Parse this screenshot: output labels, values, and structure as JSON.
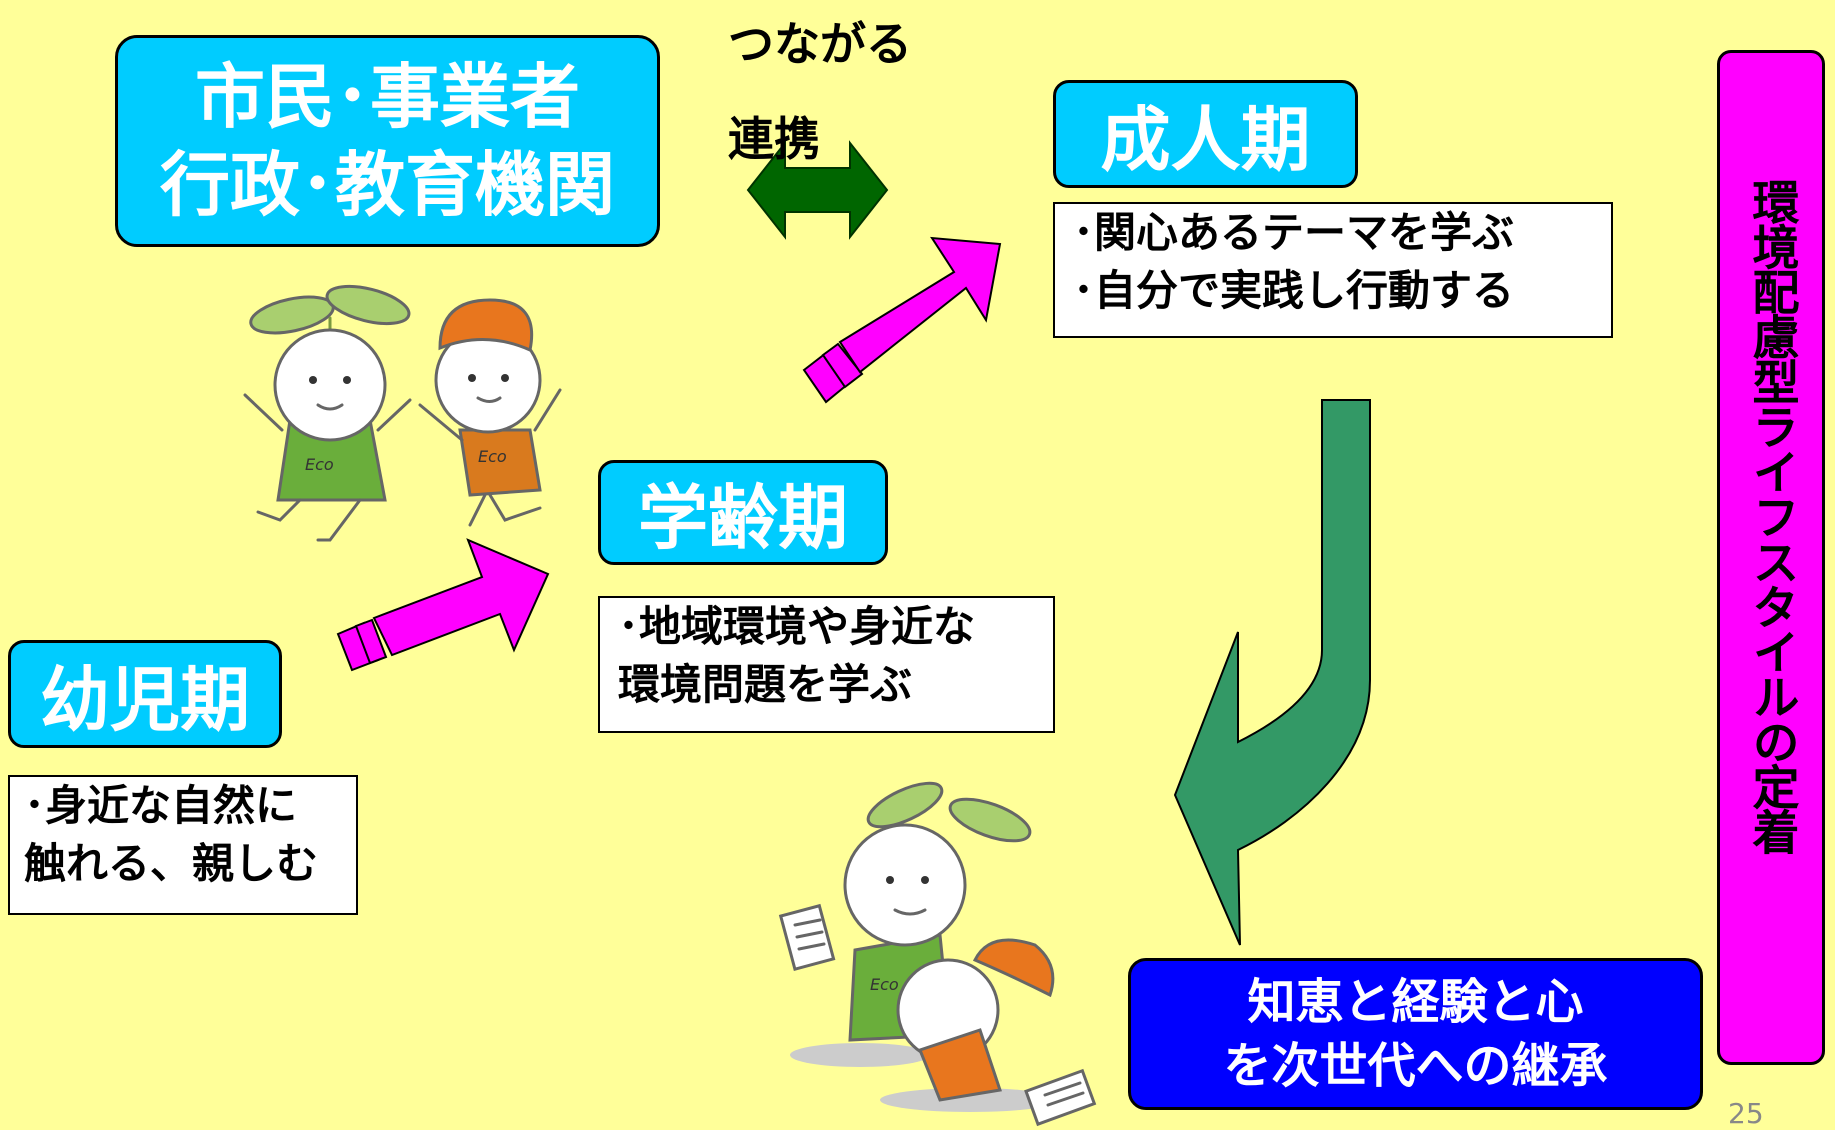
{
  "actors_box": {
    "lines": [
      "市民･事業者",
      "行政･教育機関"
    ]
  },
  "connect_label": "つながる",
  "cooperation_label": "連携",
  "adult": {
    "title": "成人期",
    "lines": [
      "･関心あるテーマを学ぶ",
      "･自分で実践し行動する"
    ]
  },
  "school": {
    "title": "学齢期",
    "lines": [
      "･地域環境や身近な",
      "環境問題を学ぶ"
    ]
  },
  "infant": {
    "title": "幼児期",
    "lines": [
      "･身近な自然に",
      "触れる、親しむ"
    ]
  },
  "inherit": {
    "lines": [
      "知恵と経験と心",
      "を次世代への継承"
    ]
  },
  "side_banner": "環境配慮型ライフスタイルの定着",
  "page_number": "25",
  "mascot_shirt_text": "Eco",
  "colors": {
    "background": "#FFFF99",
    "cyan": "#00CCFF",
    "magenta": "#FF00FF",
    "dark_green": "#006600",
    "teal_green": "#339966",
    "blue_box": "#0000FF",
    "leaf_green": "#99CC66",
    "orange": "#E8761E"
  }
}
